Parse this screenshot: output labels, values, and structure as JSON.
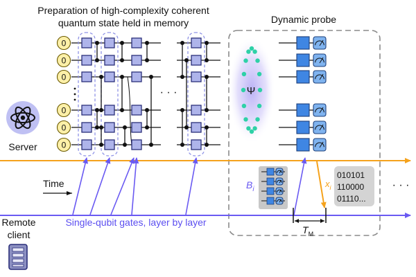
{
  "title": {
    "line1": "Preparation of high-complexity coherent",
    "line2": "quantum state held in memory"
  },
  "probe_title": "Dynamic probe",
  "qubit_init_label": "0",
  "dots_label": "· · ·",
  "psi_label": "Ψ",
  "server_label": "Server",
  "time_label": "Time",
  "remote_client": {
    "line1": "Remote",
    "line2": "client"
  },
  "gates_label": "Single-qubit gates, layer by layer",
  "basis_label": {
    "main": "B",
    "sub": "i"
  },
  "outcome_label": {
    "main": "x",
    "sub": "i"
  },
  "tm_label": {
    "main": "T",
    "sub": "M"
  },
  "bitstrings": [
    "010101",
    "110000",
    "01110..."
  ],
  "trailing_dots": "· · ·",
  "colors": {
    "gate_fill": "#aeb4ea",
    "gate_stroke": "#2b2f7a",
    "qubit_fill": "#fdf0a8",
    "probe_gate": "#3f86e3",
    "probe_meter": "#7fb3ef",
    "time_line": "#f5a21c",
    "client_line": "#6a5af2",
    "psi_dots": "#2ed1a7",
    "psi_glow": "#c9c2f7",
    "dashed_box": "#8a8a8a",
    "bit_box": "#d4d4d4"
  },
  "icons": [
    "atom-icon",
    "client-server-icon",
    "meter-icon"
  ]
}
